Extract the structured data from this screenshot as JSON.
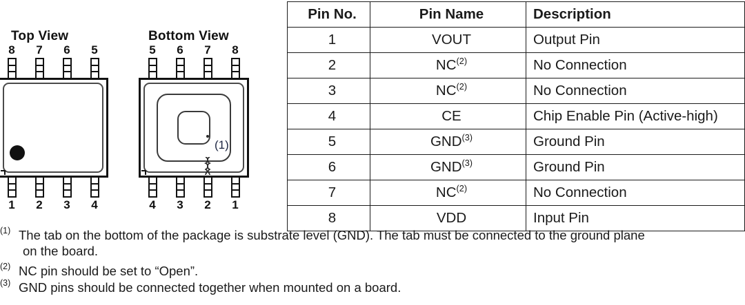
{
  "figures": {
    "top_view": {
      "title": "Top View",
      "pins_top": [
        "8",
        "7",
        "6",
        "5"
      ],
      "pins_bottom": [
        "1",
        "2",
        "3",
        "4"
      ],
      "marker": "pin1-dot"
    },
    "bottom_view": {
      "title": "Bottom View",
      "pins_top": [
        "5",
        "6",
        "7",
        "8"
      ],
      "pins_bottom": [
        "4",
        "3",
        "2",
        "1"
      ],
      "pad_label": "(1)"
    }
  },
  "pin_table": {
    "headers": [
      "Pin No.",
      "Pin Name",
      "Description"
    ],
    "rows": [
      {
        "no": "1",
        "name": "VOUT",
        "note": "",
        "desc": "Output Pin"
      },
      {
        "no": "2",
        "name": "NC",
        "note": "(2)",
        "desc": "No Connection"
      },
      {
        "no": "3",
        "name": "NC",
        "note": "(2)",
        "desc": "No Connection"
      },
      {
        "no": "4",
        "name": "CE",
        "note": "",
        "desc": "Chip Enable Pin (Active-high)"
      },
      {
        "no": "5",
        "name": "GND",
        "note": "(3)",
        "desc": "Ground Pin"
      },
      {
        "no": "6",
        "name": "GND",
        "note": "(3)",
        "desc": "Ground Pin"
      },
      {
        "no": "7",
        "name": "NC",
        "note": "(2)",
        "desc": "No Connection"
      },
      {
        "no": "8",
        "name": "VDD",
        "note": "",
        "desc": "Input Pin"
      }
    ]
  },
  "footnotes": [
    {
      "marker": "(1)",
      "line1": "The tab on the bottom of the package is substrate level (GND). The tab must be connected to the ground plane",
      "line2": "on the board."
    },
    {
      "marker": "(2)",
      "line1": "NC pin should be set to “Open”.",
      "line2": ""
    },
    {
      "marker": "(3)",
      "line1": "GND pins should be connected together when mounted on a board.",
      "line2": ""
    }
  ],
  "colors": {
    "ink": "#1a1a1a",
    "outline": "#111111",
    "pad_label": "#1b2440",
    "background": "#ffffff"
  }
}
